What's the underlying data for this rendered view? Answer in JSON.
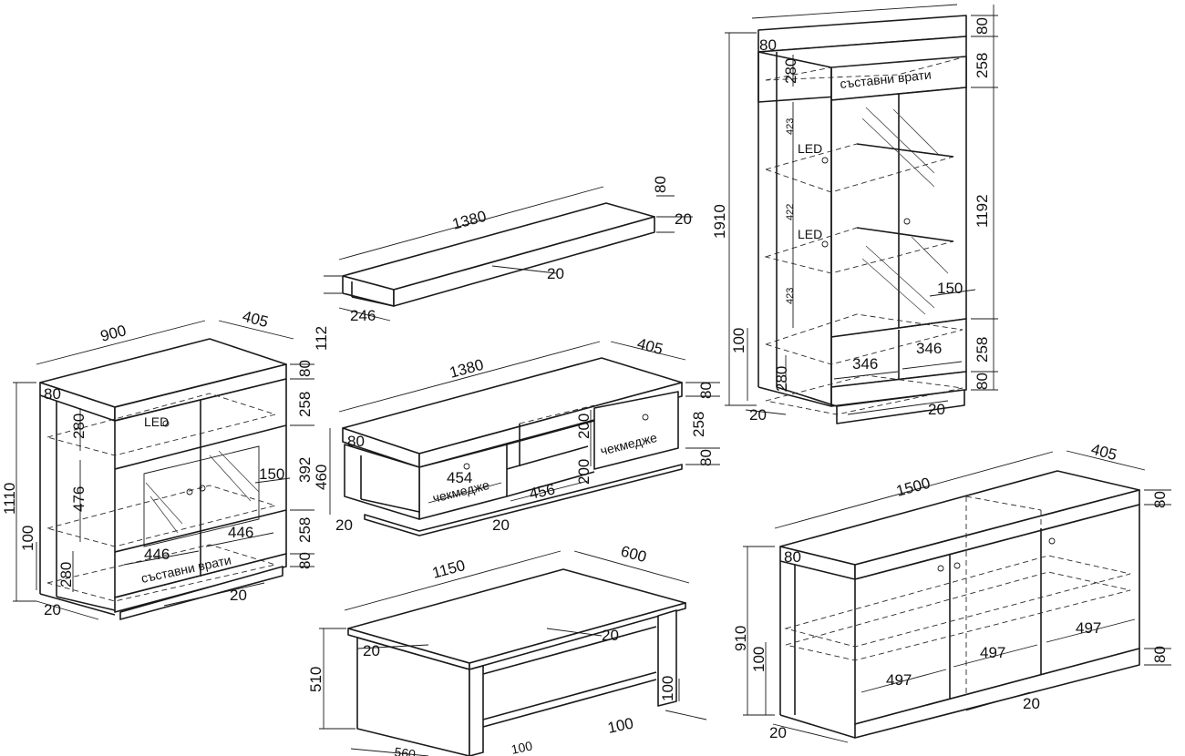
{
  "dims": {
    "vitrine_top_depth": "80",
    "vitrine_top_thk": "80",
    "vitrine_top_fascia": "258",
    "vitrine_height": "1910",
    "vitrine_glass_h": "1192",
    "vitrine_bottom_fascia": "258",
    "vitrine_plinth": "80",
    "vitrine_inner_top": "280",
    "vitrine_shelf_1": "423",
    "vitrine_shelf_2": "422",
    "vitrine_shelf_3": "423",
    "vitrine_leg": "100",
    "vitrine_inner_bottom": "280",
    "vitrine_side_gap": "20",
    "vitrine_plinth_gap": "20",
    "vitrine_door_a": "346",
    "vitrine_door_b": "346",
    "vitrine_glass_step": "150",
    "vitrine_corner": "80",
    "shelf_width": "1380",
    "shelf_height": "80",
    "shelf_lip": "20",
    "shelf_inner": "20",
    "shelf_depth": "246",
    "wall_gap": "112",
    "tv_width": "1380",
    "tv_depth": "405",
    "tv_top": "80",
    "tv_drawer_h": "258",
    "tv_plinth": "80",
    "tv_height": "460",
    "tv_corner": "80",
    "tv_niche_1": "200",
    "tv_niche_2": "200",
    "tv_drawer_w": "454",
    "tv_niche_w": "456",
    "tv_side": "20",
    "tv_plinth_gap": "20",
    "dr_width": "900",
    "dr_depth": "405",
    "dr_top": "80",
    "dr_upper": "258",
    "dr_glass": "392",
    "dr_lower": "258",
    "dr_plinth": "80",
    "dr_height": "1110",
    "dr_corner": "80",
    "dr_inner_top": "280",
    "dr_inner_mid": "476",
    "dr_leg": "100",
    "dr_inner_bottom": "280",
    "dr_side": "20",
    "dr_plinth_gap": "20",
    "dr_step": "150",
    "dr_door_a": "446",
    "dr_door_b": "446",
    "sb_width": "1500",
    "sb_depth": "405",
    "sb_top": "80",
    "sb_plinth": "80",
    "sb_height": "910",
    "sb_leg": "100",
    "sb_corner": "80",
    "sb_door_a": "497",
    "sb_door_b": "497",
    "sb_door_c": "497",
    "sb_side": "20",
    "sb_plinth_gap": "20",
    "ct_width": "1150",
    "ct_depth": "600",
    "ct_height": "510",
    "ct_edge": "20",
    "ct_edge_b": "20",
    "ct_leg": "100",
    "ct_leg_b": "100",
    "ct_leg_c": "100",
    "ct_base": "560"
  },
  "labels": {
    "led": "LED",
    "sliding_doors": "съставни врати",
    "drawer": "чекмедже"
  },
  "colors": {
    "line": "#1a1a1a",
    "background": "#ffffff"
  }
}
